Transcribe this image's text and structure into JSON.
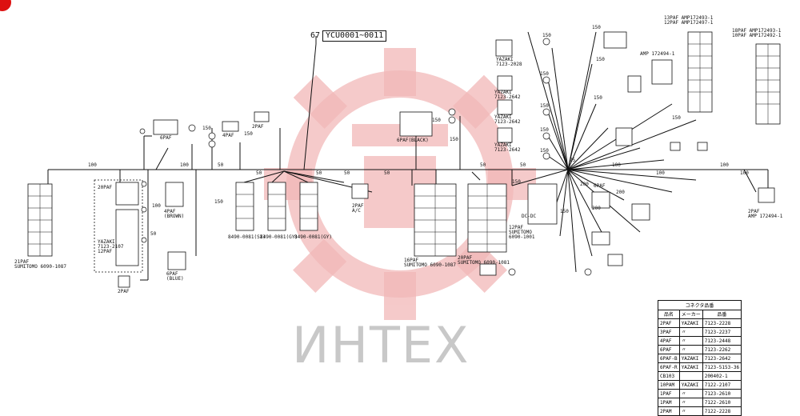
{
  "title_box": {
    "ref": "67",
    "label": "YCU0001~0011"
  },
  "watermark": {
    "text": "ИНТЕХ"
  },
  "wire_labels": [
    "100",
    "100",
    "50",
    "50",
    "50",
    "150",
    "150",
    "150",
    "100",
    "50",
    "50",
    "50",
    "50",
    "50",
    "75",
    "150",
    "150",
    "150",
    "150",
    "150",
    "150",
    "150",
    "150",
    "150",
    "150",
    "150",
    "200",
    "200",
    "200",
    "100",
    "100",
    "100",
    "100",
    "150",
    "150"
  ],
  "connectors": [
    {
      "id": "c-2pf-left",
      "lines": [
        "21PAF",
        "SUMITOMO 6090-1087"
      ]
    },
    {
      "id": "c-relay",
      "lines": [
        "20PAF",
        "YAZAKI",
        "7123-2107",
        "12PAF"
      ]
    },
    {
      "id": "c-4p",
      "lines": [
        "4PAF",
        "(BROWN)"
      ]
    },
    {
      "id": "c-6p-blue",
      "lines": [
        "6PAF",
        "(BLUE)"
      ]
    },
    {
      "id": "c-2paf-bot",
      "lines": [
        "2PAF"
      ]
    },
    {
      "id": "c-2p-top",
      "lines": [
        "2PAF"
      ]
    },
    {
      "id": "c-6p-top",
      "lines": [
        "6PAF"
      ]
    },
    {
      "id": "c-4p-top",
      "lines": [
        "4PAF"
      ]
    },
    {
      "id": "c-8490-1",
      "lines": [
        "8490-0081(SI)"
      ]
    },
    {
      "id": "c-8490-2",
      "lines": [
        "8490-0081(GY)"
      ]
    },
    {
      "id": "c-8490-3",
      "lines": [
        "8490-0081(GY)"
      ]
    },
    {
      "id": "c-2p-ac",
      "lines": [
        "2PAF",
        "A/C"
      ]
    },
    {
      "id": "c-6p-black",
      "lines": [
        "6PAF(BLACK)"
      ]
    },
    {
      "id": "c-16p",
      "lines": [
        "16PAF",
        "SUMITOMO 6090-1087"
      ]
    },
    {
      "id": "c-20p",
      "lines": [
        "20PAF",
        "SUMITOMO 6090-1081"
      ]
    },
    {
      "id": "c-12p",
      "lines": [
        "12PAF",
        "SUMITOMO",
        "6090-1001"
      ]
    },
    {
      "id": "c-yazaki-1",
      "lines": [
        "YAZAKI",
        "7123-2028"
      ]
    },
    {
      "id": "c-yazaki-2",
      "lines": [
        "YAZAKI",
        "7123-2642"
      ]
    },
    {
      "id": "c-yazaki-3",
      "lines": [
        "YAZAKI",
        "7123-2642"
      ]
    },
    {
      "id": "c-yazaki-4",
      "lines": [
        "YAZAKI",
        "7123-2642"
      ]
    },
    {
      "id": "c-amp-1",
      "lines": [
        "13PAF AMP172493-1",
        "12PAF AMP172497-1"
      ]
    },
    {
      "id": "c-amp-2",
      "lines": [
        "18PAF AMP172493-1",
        "10PAF AMP172492-1"
      ]
    },
    {
      "id": "c-amp-3",
      "lines": [
        "AMP 172494-1"
      ]
    },
    {
      "id": "c-dcdc",
      "lines": [
        "DC-DC"
      ]
    },
    {
      "id": "c-2p-right",
      "lines": [
        "2PAF",
        "AMP 172494-1"
      ]
    },
    {
      "id": "c-6paf-right",
      "lines": [
        "6PAF"
      ]
    }
  ],
  "parts_table": {
    "caption": "コネクタ品番",
    "headers": [
      "品名",
      "メーカー",
      "品番"
    ],
    "rows": [
      [
        "2PAF",
        "YAZAKI",
        "7123-2228"
      ],
      [
        "3PAF",
        "〃",
        "7123-2237"
      ],
      [
        "4PAF",
        "〃",
        "7123-2448"
      ],
      [
        "6PAF",
        "〃",
        "7123-2262"
      ],
      [
        "6PAF-B",
        "YAZAKI",
        "7123-2642"
      ],
      [
        "6PAF-R",
        "YAZAKI",
        "7123-5153-36"
      ],
      [
        "CB103",
        "",
        "200402-1"
      ],
      [
        "10PAM",
        "YAZAKI",
        "7122-2107"
      ],
      [
        "1PAF",
        "〃",
        "7123-2610"
      ],
      [
        "1PAM",
        "〃",
        "7122-2610"
      ],
      [
        "2PAM",
        "〃",
        "7122-2228"
      ]
    ]
  },
  "colors": {
    "line": "#111111",
    "watermark": "#f2b8b8",
    "watermark_text": "#c8c8c8",
    "corner": "#d11111"
  }
}
